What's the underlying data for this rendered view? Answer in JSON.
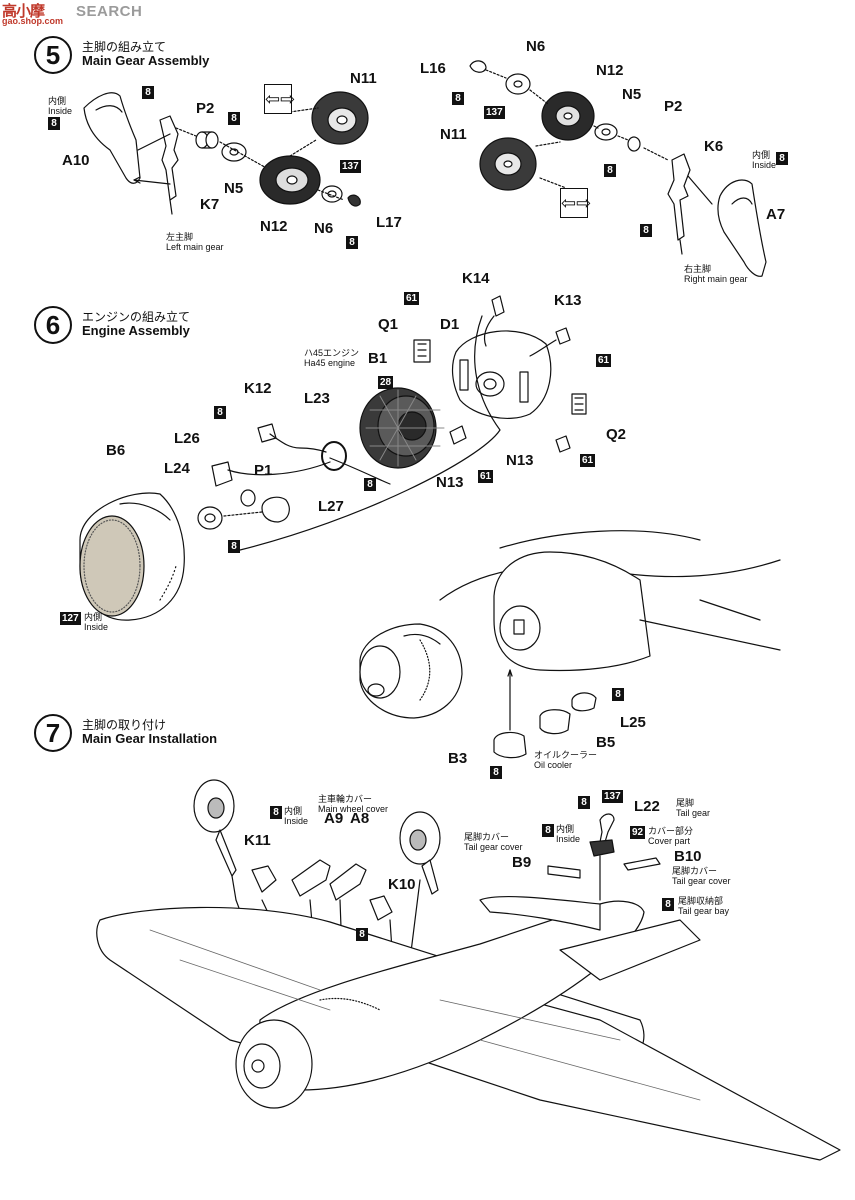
{
  "watermark": {
    "logo": "高小摩",
    "sub": "gao.shop.com",
    "text": "SEARCH"
  },
  "steps": [
    {
      "num": "5",
      "jp": "主脚の組み立て",
      "en": "Main Gear Assembly"
    },
    {
      "num": "6",
      "jp": "エンジンの組み立て",
      "en": "Engine Assembly"
    },
    {
      "num": "7",
      "jp": "主脚の取り付け",
      "en": "Main Gear Installation"
    }
  ],
  "step5": {
    "left": {
      "inside_jp": "内側",
      "inside_en": "Inside",
      "a10": "A10",
      "p2": "P2",
      "n5": "N5",
      "k7": "K7",
      "n12": "N12",
      "n11": "N11",
      "n6": "N6",
      "l17": "L17",
      "gear_jp": "左主脚",
      "gear_en": "Left main gear",
      "badge8": "8",
      "badge137": "137",
      "arrow": "⇦⇨"
    },
    "right": {
      "l16": "L16",
      "n6": "N6",
      "n12": "N12",
      "n11": "N11",
      "n5": "N5",
      "p2": "P2",
      "k6": "K6",
      "a7": "A7",
      "inside_jp": "内側",
      "inside_en": "Inside",
      "gear_jp": "右主脚",
      "gear_en": "Right main gear",
      "badge8": "8",
      "badge137": "137",
      "arrow": "⇦⇨"
    }
  },
  "step6": {
    "k14": "K14",
    "k13": "K13",
    "q1": "Q1",
    "d1": "D1",
    "q2": "Q2",
    "engine_jp": "ハ45エンジン",
    "engine_en": "Ha45 engine",
    "b1": "B1",
    "k12": "K12",
    "l23": "L23",
    "l26": "L26",
    "l24": "L24",
    "p1": "P1",
    "l27": "L27",
    "b6": "B6",
    "n13a": "N13",
    "n13b": "N13",
    "inside_jp": "内側",
    "inside_en": "Inside",
    "badge8": "8",
    "badge28": "28",
    "badge61": "61",
    "badge127": "127"
  },
  "step6b": {
    "l25": "L25",
    "b5": "B5",
    "b3": "B3",
    "oil_jp": "オイルクーラー",
    "oil_en": "Oil cooler",
    "badge8": "8"
  },
  "step7": {
    "cover_jp": "主車輪カバー",
    "cover_en": "Main wheel cover",
    "inside_jp": "内側",
    "inside_en": "Inside",
    "a9": "A9",
    "a8": "A8",
    "k11": "K11",
    "k10": "K10",
    "l22": "L22",
    "tailgear_jp": "尾脚",
    "tailgear_en": "Tail gear",
    "coverpart_jp": "カバー部分",
    "coverpart_en": "Cover part",
    "tgc_jp": "尾脚カバー",
    "tgc_en": "Tail gear cover",
    "b9": "B9",
    "b10": "B10",
    "bay_jp": "尾脚収納部",
    "bay_en": "Tail gear bay",
    "badge8": "8",
    "badge137": "137",
    "badge92": "92"
  }
}
